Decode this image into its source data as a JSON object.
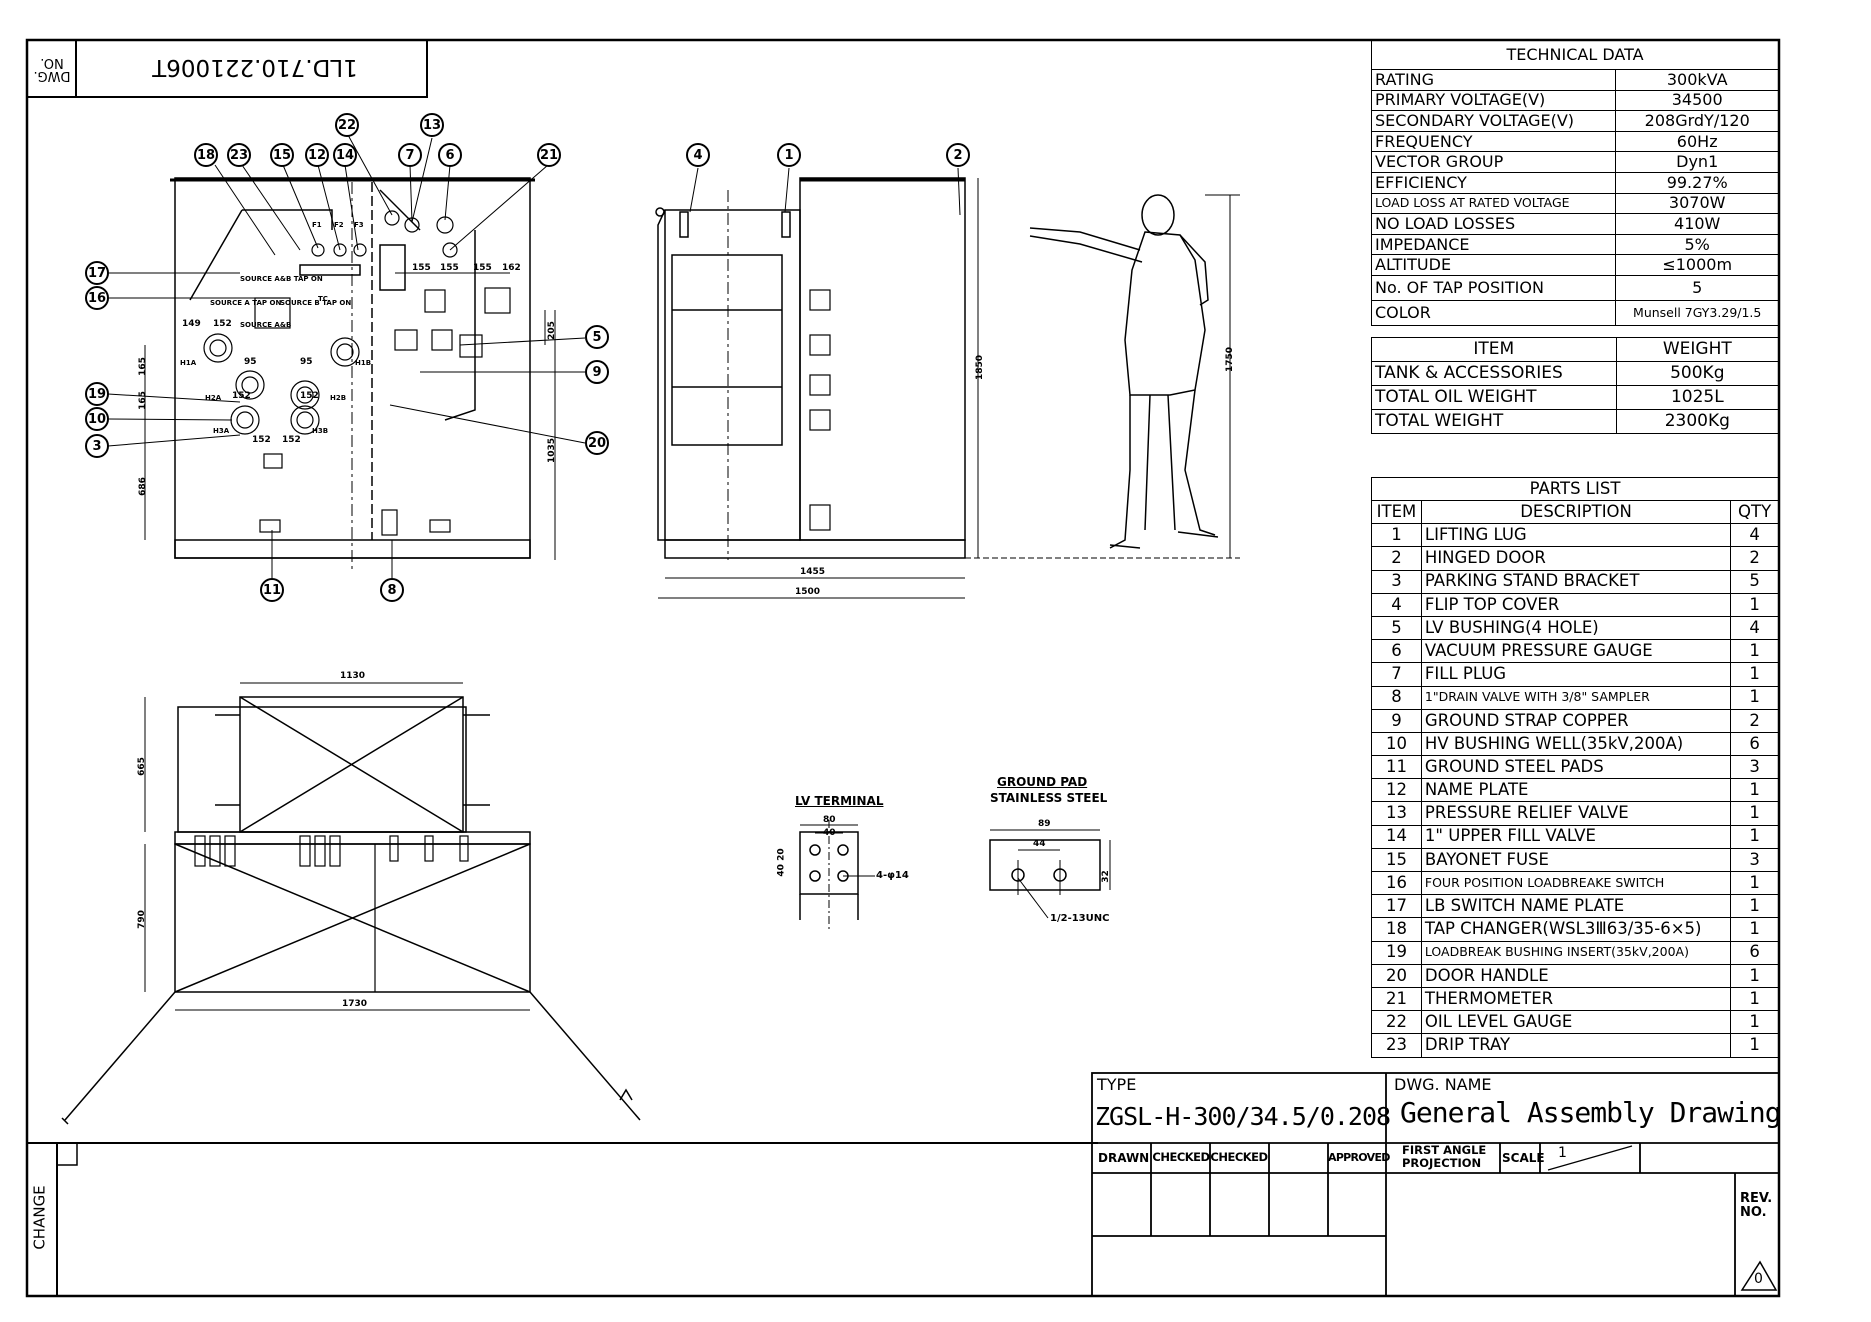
{
  "dwg_no_label": "DWG. NO.",
  "dwg_no_value": "1LD.710.221006T",
  "change_label": "CHANGE",
  "technical_data": {
    "title": "TECHNICAL DATA",
    "rows": [
      {
        "label": "RATING",
        "value": "300kVA"
      },
      {
        "label": "PRIMARY VOLTAGE(V)",
        "value": "34500"
      },
      {
        "label": "SECONDARY VOLTAGE(V)",
        "value": "208GrdY/120"
      },
      {
        "label": "FREQUENCY",
        "value": "60Hz"
      },
      {
        "label": "VECTOR GROUP",
        "value": "Dyn1"
      },
      {
        "label": "EFFICIENCY",
        "value": "99.27%"
      },
      {
        "label": "LOAD LOSS AT RATED VOLTAGE",
        "value": "3070W"
      },
      {
        "label": "NO LOAD LOSSES",
        "value": "410W"
      },
      {
        "label": "IMPEDANCE",
        "value": "5%"
      },
      {
        "label": "ALTITUDE",
        "value": "≤1000m"
      },
      {
        "label": "No. OF TAP POSITION",
        "value": "5"
      },
      {
        "label": "COLOR",
        "value": "Munsell 7GY3.29/1.5"
      }
    ]
  },
  "weights": {
    "header_item": "ITEM",
    "header_weight": "WEIGHT",
    "rows": [
      {
        "label": "TANK & ACCESSORIES",
        "value": "500Kg"
      },
      {
        "label": "TOTAL OIL WEIGHT",
        "value": "1025L"
      },
      {
        "label": "TOTAL WEIGHT",
        "value": "2300Kg"
      }
    ]
  },
  "parts_list": {
    "title": "PARTS LIST",
    "col_item": "ITEM",
    "col_desc": "DESCRIPTION",
    "col_qty": "QTY",
    "rows": [
      {
        "item": "1",
        "desc": "LIFTING LUG",
        "qty": "4"
      },
      {
        "item": "2",
        "desc": "HINGED DOOR",
        "qty": "2"
      },
      {
        "item": "3",
        "desc": "PARKING STAND BRACKET",
        "qty": "5"
      },
      {
        "item": "4",
        "desc": "FLIP TOP COVER",
        "qty": "1"
      },
      {
        "item": "5",
        "desc": "LV BUSHING(4 HOLE)",
        "qty": "4"
      },
      {
        "item": "6",
        "desc": "VACUUM PRESSURE GAUGE",
        "qty": "1"
      },
      {
        "item": "7",
        "desc": "FILL PLUG",
        "qty": "1"
      },
      {
        "item": "8",
        "desc": "1\"DRAIN VALVE WITH 3/8\" SAMPLER",
        "qty": "1"
      },
      {
        "item": "9",
        "desc": "GROUND STRAP COPPER",
        "qty": "2"
      },
      {
        "item": "10",
        "desc": "HV BUSHING WELL(35kV,200A)",
        "qty": "6"
      },
      {
        "item": "11",
        "desc": "GROUND STEEL PADS",
        "qty": "3"
      },
      {
        "item": "12",
        "desc": "NAME PLATE",
        "qty": "1"
      },
      {
        "item": "13",
        "desc": "PRESSURE RELIEF VALVE",
        "qty": "1"
      },
      {
        "item": "14",
        "desc": "1\" UPPER FILL VALVE",
        "qty": "1"
      },
      {
        "item": "15",
        "desc": "BAYONET FUSE",
        "qty": "3"
      },
      {
        "item": "16",
        "desc": "FOUR POSITION LOADBREAKE SWITCH",
        "qty": "1"
      },
      {
        "item": "17",
        "desc": "LB SWITCH NAME PLATE",
        "qty": "1"
      },
      {
        "item": "18",
        "desc": "TAP CHANGER(WSL3Ⅲ63/35-6×5)",
        "qty": "1"
      },
      {
        "item": "19",
        "desc": "LOADBREAK BUSHING INSERT(35kV,200A)",
        "qty": "6"
      },
      {
        "item": "20",
        "desc": "DOOR HANDLE",
        "qty": "1"
      },
      {
        "item": "21",
        "desc": "THERMOMETER",
        "qty": "1"
      },
      {
        "item": "22",
        "desc": "OIL LEVEL GAUGE",
        "qty": "1"
      },
      {
        "item": "23",
        "desc": "DRIP TRAY",
        "qty": "1"
      }
    ]
  },
  "title_block": {
    "type_label": "TYPE",
    "type_value": "ZGSL-H-300/34.5/0.208",
    "dwg_name_label": "DWG. NAME",
    "dwg_name_value": "General Assembly Drawing",
    "drawn": "DRAWN",
    "checked1": "CHECKED",
    "checked2": "CHECKED",
    "approved": "APPROVED",
    "first_angle_1": "FIRST ANGLE",
    "first_angle_2": "PROJECTION",
    "scale_label": "SCALE",
    "scale_value": "1",
    "rev_1": "REV.",
    "rev_2": "NO.",
    "rev_value": "0"
  },
  "detail_labels": {
    "lv_terminal": "LV TERMINAL",
    "ground_pad_1": "GROUND PAD",
    "ground_pad_2": "STAINLESS STEEL",
    "lv_hole": "4-φ14",
    "lv_w_outer": "80",
    "lv_w_inner": "40",
    "lv_h": "40 20",
    "gp_w": "89",
    "gp_inner": "44",
    "gp_h": "32",
    "gp_thread": "1/2-13UNC"
  },
  "front_view_labels": {
    "source_ab_tap_on": "SOURCE A&B TAP ON",
    "source_a_tap_on": "SOURCE A TAP ON",
    "source_b_tap_on": "SOURCE B TAP ON",
    "source_ab": "SOURCE A&B",
    "tc": "TC",
    "f1": "F1",
    "f2": "F2",
    "f3": "F3",
    "h1a": "H1A",
    "h2a": "H2A",
    "h3a": "H3A",
    "h1b": "H1B",
    "h2b": "H2B",
    "h3b": "H3B"
  },
  "dimensions": {
    "d152a": "152",
    "d152b": "152",
    "d152c": "152",
    "d152d": "152",
    "d152e": "152",
    "d95a": "95",
    "d95b": "95",
    "d149": "149",
    "d165a": "165",
    "d165b": "165",
    "d686": "686",
    "d1035": "1035",
    "d205": "205",
    "d155a": "155",
    "d155b": "155",
    "d155c": "155",
    "d162": "162",
    "d1850": "1850",
    "d1750": "1750",
    "d1455": "1455",
    "d1500": "1500",
    "d1130": "1130",
    "d665": "665",
    "d790": "790",
    "d1730": "1730"
  },
  "balloons_front": [
    "22",
    "13",
    "18",
    "23",
    "15",
    "12",
    "14",
    "7",
    "6",
    "21",
    "17",
    "16",
    "19",
    "10",
    "3",
    "5",
    "9",
    "20",
    "11",
    "8"
  ],
  "balloons_side": [
    "4",
    "1",
    "2"
  ]
}
